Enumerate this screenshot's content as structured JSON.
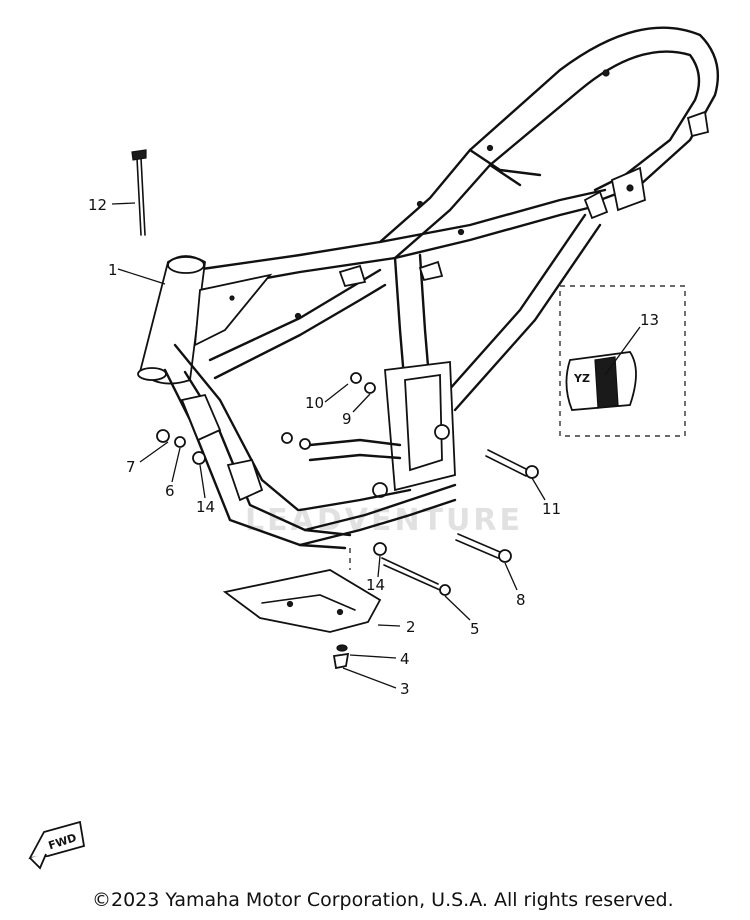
{
  "callouts": [
    {
      "id": "1",
      "label": "1"
    },
    {
      "id": "2",
      "label": "2"
    },
    {
      "id": "3",
      "label": "3"
    },
    {
      "id": "4",
      "label": "4"
    },
    {
      "id": "5",
      "label": "5"
    },
    {
      "id": "6",
      "label": "6"
    },
    {
      "id": "7",
      "label": "7"
    },
    {
      "id": "8",
      "label": "8"
    },
    {
      "id": "9",
      "label": "9"
    },
    {
      "id": "10",
      "label": "10"
    },
    {
      "id": "11",
      "label": "11"
    },
    {
      "id": "12",
      "label": "12"
    },
    {
      "id": "13",
      "label": "13"
    },
    {
      "id": "14a",
      "label": "14"
    },
    {
      "id": "14b",
      "label": "14"
    }
  ],
  "fwd_label": "FWD",
  "watermark": "LEADVENTURE",
  "copyright": "©2023 Yamaha Motor Corporation, U.S.A. All rights reserved.",
  "colors": {
    "line": "#111111",
    "background": "#ffffff",
    "watermark": "#c9c9c9"
  }
}
